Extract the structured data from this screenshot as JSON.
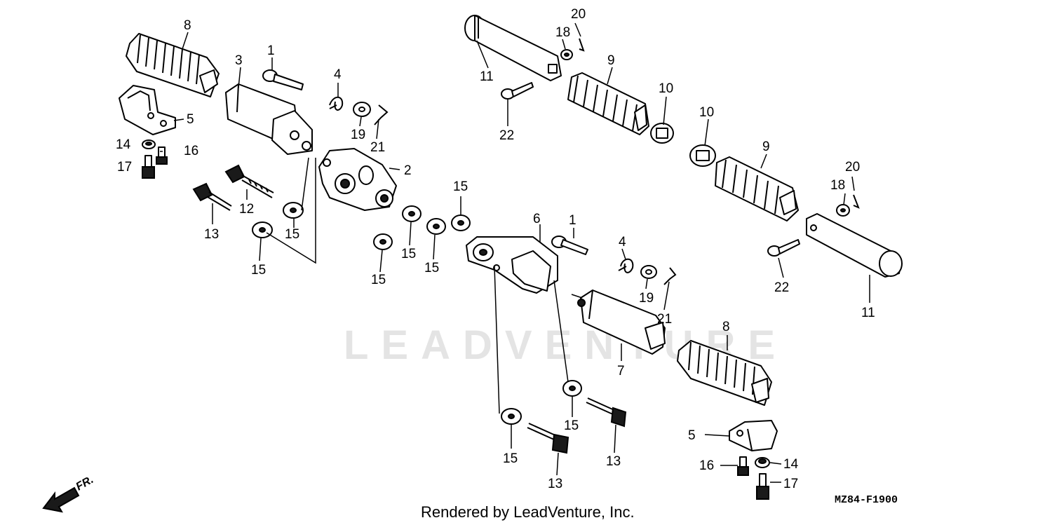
{
  "diagram": {
    "watermark": "LEADVENTURE",
    "footer": "Rendered by LeadVenture, Inc.",
    "code": "MZ84-F1900",
    "direction_label": "FR.",
    "direction_icon": "arrow-icon"
  },
  "callouts": [
    {
      "n": "8",
      "t": "8"
    },
    {
      "n": "1",
      "t": "1"
    },
    {
      "n": "3",
      "t": "3"
    },
    {
      "n": "4",
      "t": "4"
    },
    {
      "n": "5",
      "t": "5"
    },
    {
      "n": "14",
      "t": "14"
    },
    {
      "n": "16",
      "t": "16"
    },
    {
      "n": "17",
      "t": "17"
    },
    {
      "n": "19",
      "t": "19"
    },
    {
      "n": "21",
      "t": "21"
    },
    {
      "n": "2",
      "t": "2"
    },
    {
      "n": "12",
      "t": "12"
    },
    {
      "n": "13",
      "t": "13"
    },
    {
      "n": "15",
      "t": "15"
    },
    {
      "n": "20",
      "t": "20"
    },
    {
      "n": "18",
      "t": "18"
    },
    {
      "n": "11",
      "t": "11"
    },
    {
      "n": "9",
      "t": "9"
    },
    {
      "n": "10",
      "t": "10"
    },
    {
      "n": "22",
      "t": "22"
    },
    {
      "n": "6",
      "t": "6"
    },
    {
      "n": "7",
      "t": "7"
    }
  ]
}
